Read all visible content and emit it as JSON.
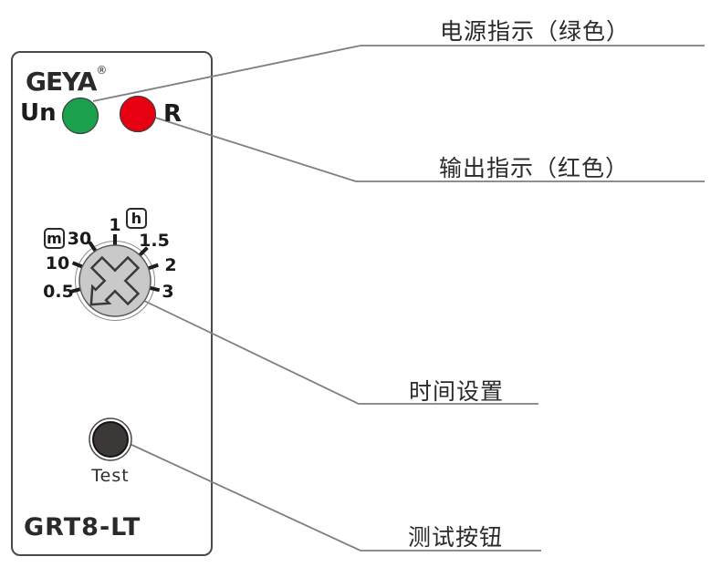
{
  "panel": {
    "brand": "GEYA",
    "registered_mark": "®",
    "model": "GRT8-LT",
    "power_led": {
      "label": "Un",
      "color": "#19a14e"
    },
    "output_led": {
      "label": "R",
      "color": "#e60012"
    },
    "test_button": {
      "label": "Test",
      "color": "#3b3837"
    },
    "dial": {
      "unit_minutes": "m",
      "unit_hours": "h",
      "knob_color": "#c9c9c9",
      "ticks": [
        "0.5",
        "10",
        "30",
        "1",
        "1.5",
        "2",
        "3"
      ]
    }
  },
  "callouts": {
    "power": "电源指示（绿色）",
    "output": "输出指示（红色）",
    "time": "时间设置",
    "test": "测试按钮"
  },
  "colors": {
    "leader_line": "#7f7f7f",
    "panel_border": "#4a4a4a",
    "ink": "#2b2a29"
  }
}
